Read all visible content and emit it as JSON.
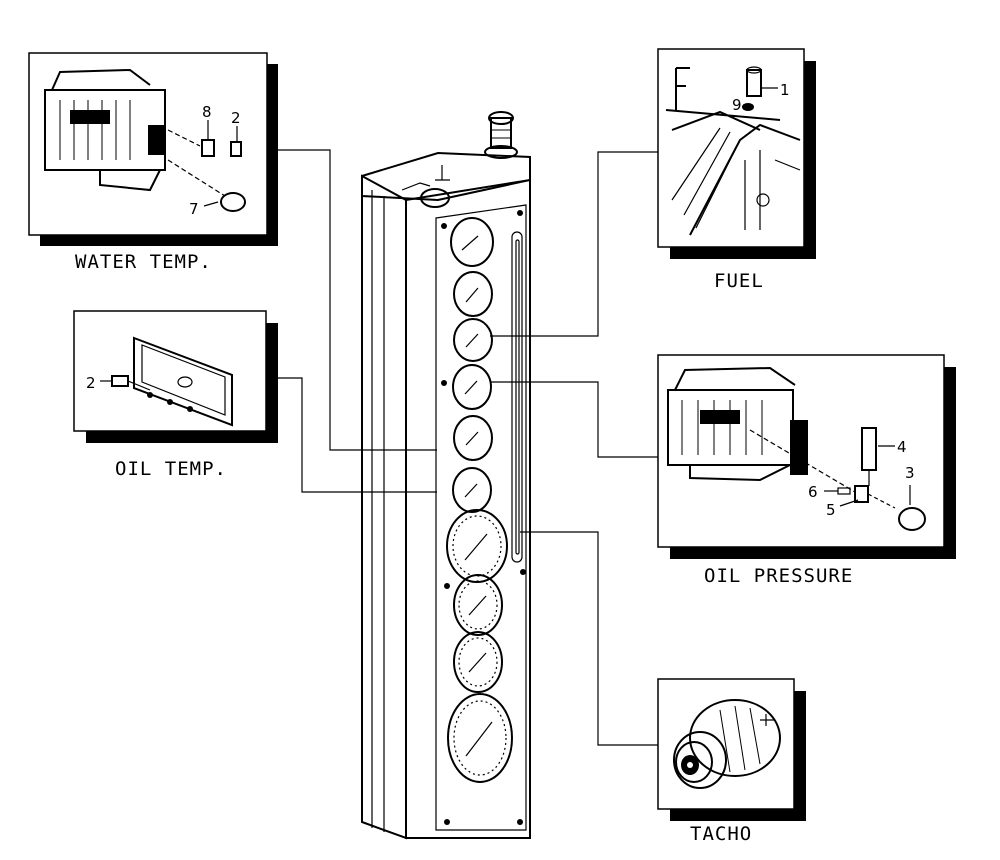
{
  "panel": {
    "water_temp": {
      "caption": "WATER TEMP.",
      "parts": [
        "8",
        "2",
        "7"
      ]
    },
    "oil_temp": {
      "caption": "OIL TEMP.",
      "parts": [
        "2"
      ]
    },
    "fuel": {
      "caption": "FUEL",
      "parts": [
        "9",
        "1"
      ]
    },
    "oil_pressure": {
      "caption": "OIL PRESSURE",
      "parts": [
        "4",
        "3",
        "6",
        "5"
      ]
    },
    "tacho": {
      "caption": "TACHO"
    }
  },
  "colors": {
    "ink": "#000000",
    "paper": "#ffffff",
    "shadow": "#000000"
  },
  "icons": [
    "engine-block-icon",
    "sensor-icon",
    "alternator-icon",
    "gauge-icon",
    "tank-cap-icon"
  ]
}
